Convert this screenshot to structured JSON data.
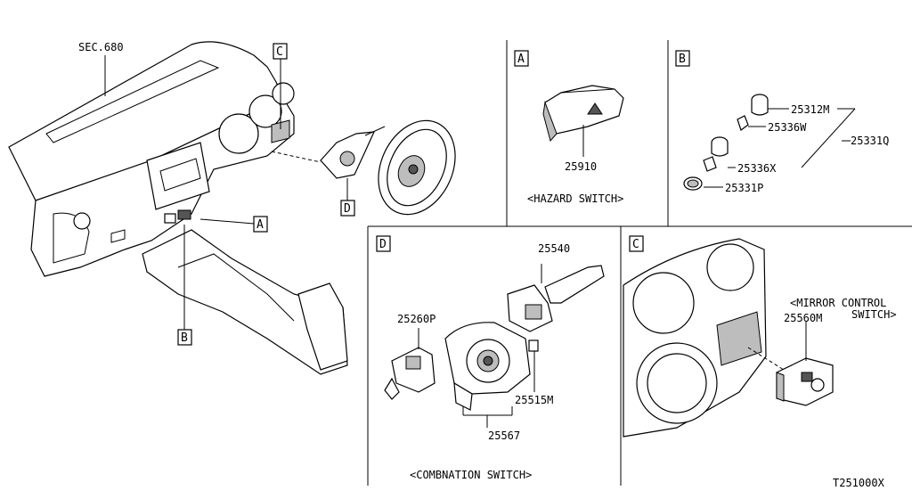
{
  "labels": {
    "sec": "SEC.680",
    "diagram_id": "T251000X"
  },
  "callouts": {
    "a_main": "A",
    "b_main": "B",
    "c_main": "C",
    "d_main": "D"
  },
  "panels": {
    "A": {
      "letter": "A",
      "part": "25910",
      "caption": "<HAZARD SWITCH>"
    },
    "B": {
      "letter": "B",
      "parts": [
        "25312M",
        "25336W",
        "25331Q",
        "25336X",
        "25331P"
      ]
    },
    "C": {
      "letter": "C",
      "part": "25560M",
      "caption_line1": "<MIRROR CONTROL",
      "caption_line2": "SWITCH>"
    },
    "D": {
      "letter": "D",
      "parts": [
        "25540",
        "25260P",
        "25515M",
        "25567"
      ],
      "caption": "<COMBNATION SWITCH>"
    }
  }
}
